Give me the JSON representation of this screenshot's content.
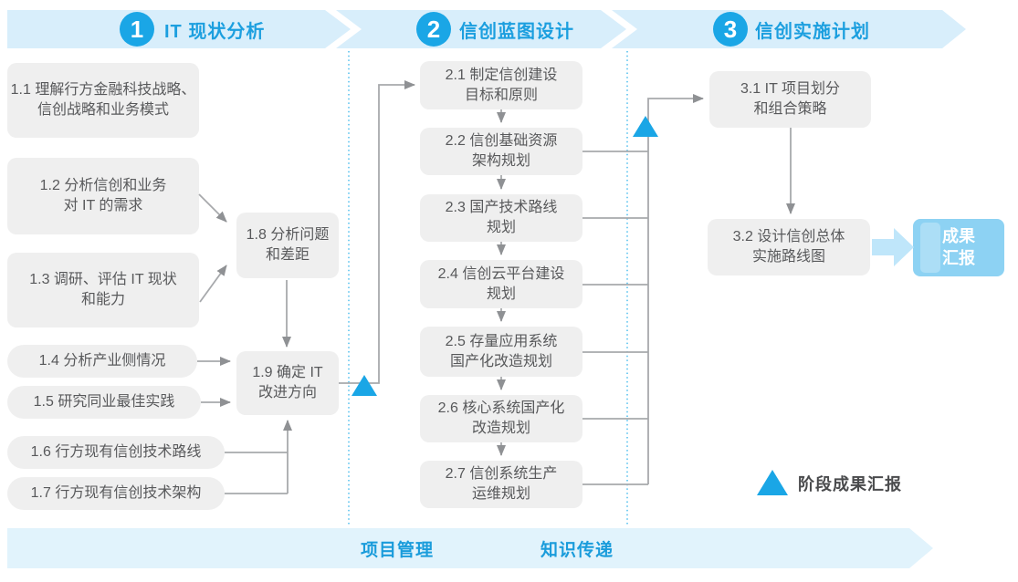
{
  "header": {
    "phases": [
      {
        "number": "1",
        "title": "IT 现状分析"
      },
      {
        "number": "2",
        "title": "信创蓝图设计"
      },
      {
        "number": "3",
        "title": "信创实施计划"
      }
    ]
  },
  "phase1_boxes": {
    "b1_1": "1.1 理解行方金融科技战略、\n信创战略和业务模式",
    "b1_2": "1.2 分析信创和业务\n对 IT 的需求",
    "b1_3": "1.3 调研、评估 IT 现状\n和能力",
    "b1_4": "1.4 分析产业侧情况",
    "b1_5": "1.5 研究同业最佳实践",
    "b1_6": "1.6 行方现有信创技术路线",
    "b1_7": "1.7 行方现有信创技术架构",
    "b1_8": "1.8 分析问题\n和差距",
    "b1_9": "1.9 确定 IT\n改进方向"
  },
  "phase2_boxes": {
    "b2_1": "2.1 制定信创建设\n目标和原则",
    "b2_2": "2.2 信创基础资源\n架构规划",
    "b2_3": "2.3 国产技术路线\n规划",
    "b2_4": "2.4 信创云平台建设\n规划",
    "b2_5": "2.5 存量应用系统\n国产化改造规划",
    "b2_6": "2.6 核心系统国产化\n改造规划",
    "b2_7": "2.7 信创系统生产\n运维规划"
  },
  "phase3_boxes": {
    "b3_1": "3.1 IT 项目划分\n和组合策略",
    "b3_2": "3.2 设计信创总体\n实施路线图"
  },
  "result_box": {
    "label": "成果\n汇报"
  },
  "legend": {
    "label": "阶段成果汇报"
  },
  "bottom_band": {
    "left_label": "项目管理",
    "right_label": "知识传递"
  },
  "colors": {
    "accent_blue": "#1aa6e6",
    "band_blue": "#d8eefb",
    "bottom_band_blue": "#e1f3fc",
    "box_gray": "#efefef",
    "box_text_gray": "#58595b",
    "connector_gray": "#a7a9ac",
    "dotted_line_blue": "#58c2ef",
    "result_box_blue": "#8dd2f3",
    "result_arrow_blue": "#bfe6fa"
  }
}
